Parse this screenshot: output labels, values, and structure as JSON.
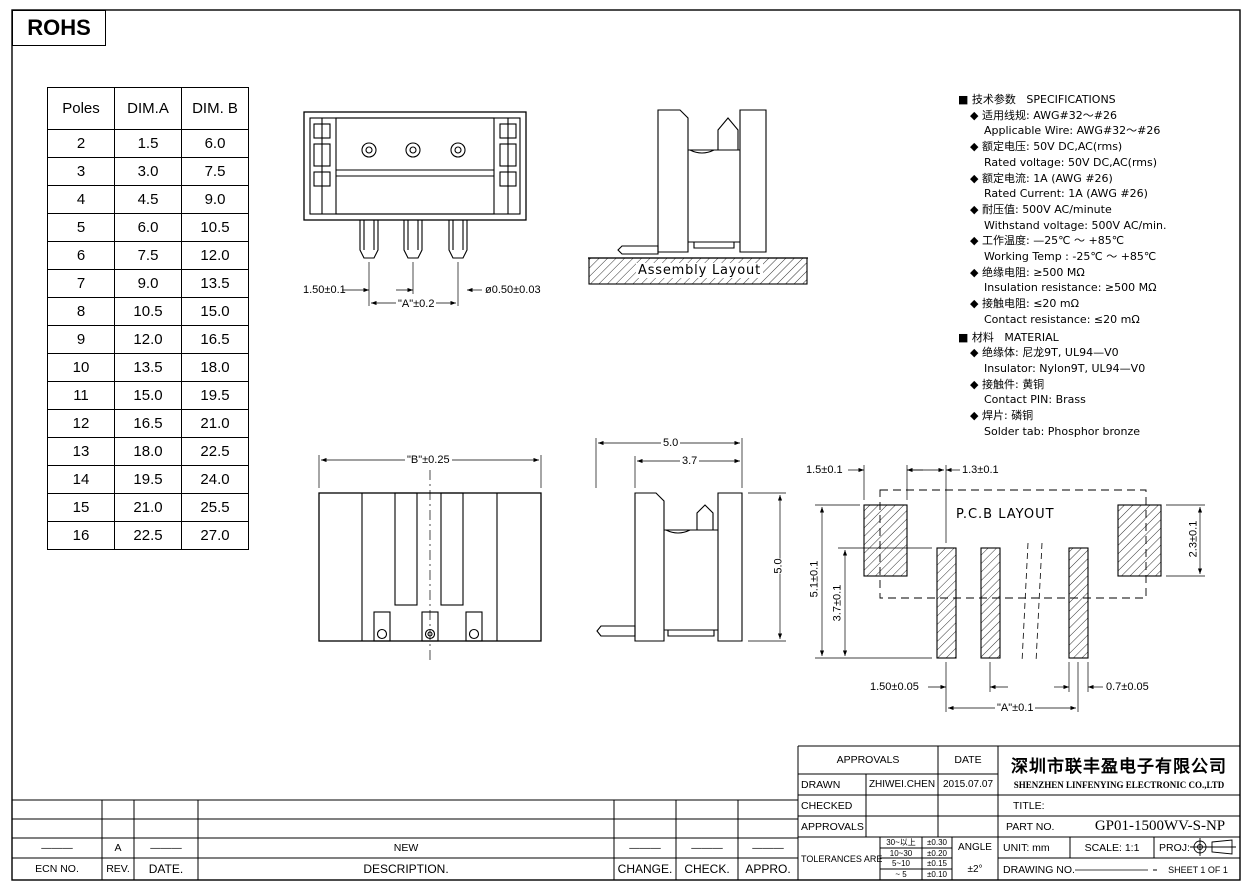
{
  "rohs_label": "ROHS",
  "pole_table": {
    "headers": [
      "Poles",
      "DIM.A",
      "DIM. B"
    ],
    "rows": [
      [
        "2",
        "1.5",
        "6.0"
      ],
      [
        "3",
        "3.0",
        "7.5"
      ],
      [
        "4",
        "4.5",
        "9.0"
      ],
      [
        "5",
        "6.0",
        "10.5"
      ],
      [
        "6",
        "7.5",
        "12.0"
      ],
      [
        "7",
        "9.0",
        "13.5"
      ],
      [
        "8",
        "10.5",
        "15.0"
      ],
      [
        "9",
        "12.0",
        "16.5"
      ],
      [
        "10",
        "13.5",
        "18.0"
      ],
      [
        "11",
        "15.0",
        "19.5"
      ],
      [
        "12",
        "16.5",
        "21.0"
      ],
      [
        "13",
        "18.0",
        "22.5"
      ],
      [
        "14",
        "19.5",
        "24.0"
      ],
      [
        "15",
        "21.0",
        "25.5"
      ],
      [
        "16",
        "22.5",
        "27.0"
      ]
    ]
  },
  "dims": {
    "pitch": "1.50±0.1",
    "dim_a": "\"A\"±0.2",
    "pin_dia": "ø0.50±0.03",
    "assembly": "Assembly Layout",
    "dim_b": "\"B\"±0.25",
    "w50": "5.0",
    "w37": "3.7",
    "h50": "5.0",
    "pcb_title": "P.C.B LAYOUT",
    "pcb_15": "1.5±0.1",
    "pcb_13": "1.3±0.1",
    "pcb_23": "2.3±0.1",
    "pcb_51": "5.1±0.1",
    "pcb_37": "3.7±0.1",
    "pcb_150": "1.50±0.05",
    "pcb_07": "0.7±0.05",
    "pcb_a": "\"A\"±0.1"
  },
  "specs": {
    "title_cn": "技术参数",
    "title_en": "SPECIFICATIONS",
    "items": [
      {
        "cn": "适用线规:",
        "cn_val": "AWG#32～#26",
        "en": "Applicable Wire:  AWG#32～#26"
      },
      {
        "cn": "额定电压:",
        "cn_val": "50V DC,AC(rms)",
        "en": "Rated voltage: 50V DC,AC(rms)"
      },
      {
        "cn": "额定电流:",
        "cn_val": "1A (AWG #26)",
        "en": "Rated Current: 1A (AWG #26)"
      },
      {
        "cn": "耐压值:",
        "cn_val": "500V AC/minute",
        "en": "Withstand voltage:  500V AC/min."
      },
      {
        "cn": "工作温度:",
        "cn_val": "—25℃ ～ +85℃",
        "en": "Working Temp :  -25℃ ～ +85℃"
      },
      {
        "cn": "绝缘电阻:",
        "cn_val": "≥500 MΩ",
        "en": "Insulation resistance:  ≥500 MΩ"
      },
      {
        "cn": "接触电阻:",
        "cn_val": "≤20 mΩ",
        "en": "Contact resistance:  ≤20 mΩ"
      }
    ],
    "material_cn": "材料",
    "material_en": "MATERIAL",
    "materials": [
      {
        "cn": "绝缘体:",
        "cn_val": "尼龙9T, UL94—V0",
        "en": "Insulator: Nylon9T, UL94—V0"
      },
      {
        "cn": "接触件:",
        "cn_val": "黄铜",
        "en": "Contact PIN: Brass"
      },
      {
        "cn": "焊片:",
        "cn_val": "磷铜",
        "en": "Solder tab: Phosphor bronze"
      }
    ]
  },
  "title_block": {
    "approvals": "APPROVALS",
    "date": "DATE",
    "drawn": "DRAWN",
    "drawn_by": "ZHIWEI.CHEN",
    "drawn_date": "2015.07.07",
    "checked": "CHECKED",
    "approvals2": "APPROVALS",
    "tolerances": "TOLERANCES  ARE",
    "tol_ranges": [
      "30~以上",
      "10~30",
      "5~10",
      "~ 5"
    ],
    "tol_values": [
      "±0.30",
      "±0.20",
      "±0.15",
      "±0.10"
    ],
    "angle": "ANGLE",
    "angle_val": "±2°",
    "company_cn": "深圳市联丰盈电子有限公司",
    "company_en": "SHENZHEN LINFENYING ELECTRONIC CO.,LTD",
    "title_label": "TITLE:",
    "part_label": "PART  NO.",
    "part_no": "GP01-1500WV-S-NP",
    "unit": "UNIT:  mm",
    "scale": "SCALE:   1:1",
    "proj": "PROJ:",
    "drawing_no": "DRAWING  NO.",
    "sheet": "SHEET   1  OF  1"
  },
  "revision_block": {
    "rev_letter": "A",
    "new": "NEW",
    "dash": "———",
    "ecn": "ECN  NO.",
    "rev": "REV.",
    "date": "DATE.",
    "desc": "DESCRIPTION.",
    "change": "CHANGE.",
    "check": "CHECK.",
    "appro": "APPRO."
  }
}
